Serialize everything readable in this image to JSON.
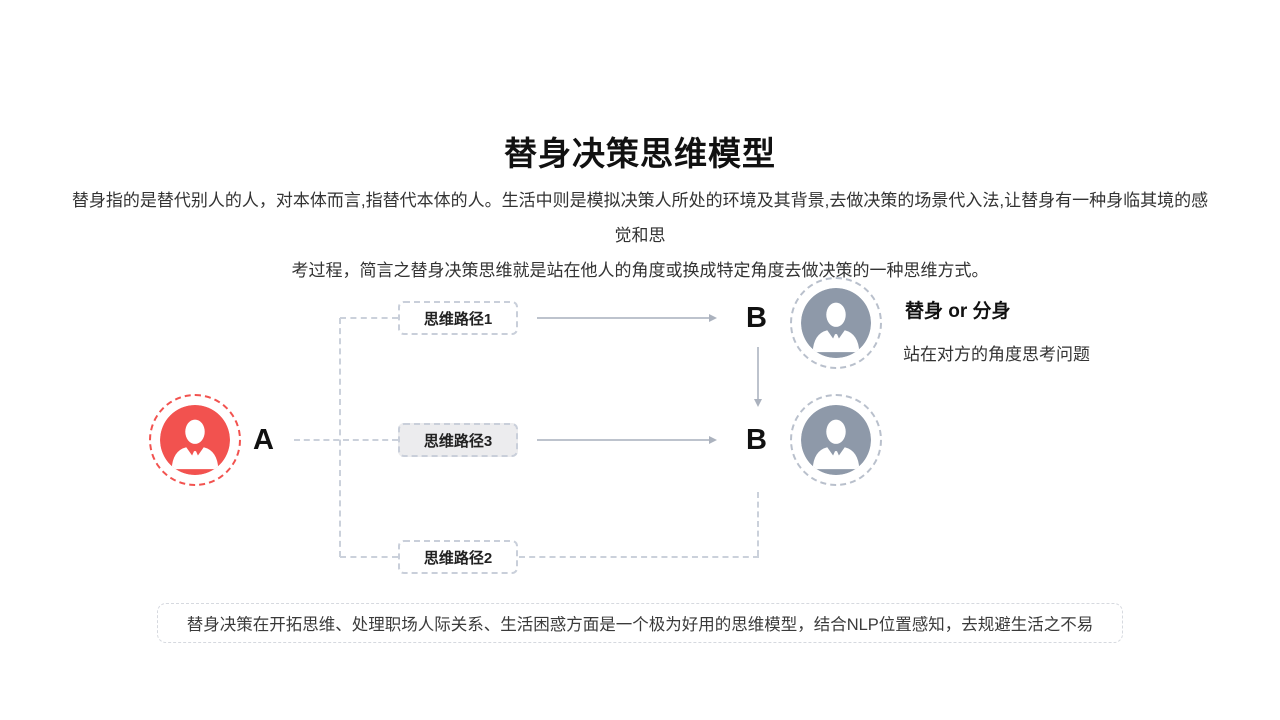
{
  "slide": {
    "title": "替身决策思维模型",
    "intro_line1": "替身指的是替代别人的人，对本体而言,指替代本体的人。生活中则是模拟决策人所处的环境及其背景,去做决策的场景代入法,让替身有一种身临其境的感觉和思",
    "intro_line2": "考过程，简言之替身决策思维就是站在他人的角度或换成特定角度去做决策的一种思维方式。",
    "footer": "替身决策在开拓思维、处理职场人际关系、生活困惑方面是一个极为好用的思维模型，结合NLP位置感知，去规避生活之不易"
  },
  "diagram": {
    "label_a": "A",
    "label_b_top": "B",
    "label_b_middle": "B",
    "paths": [
      {
        "label": "思维路径1"
      },
      {
        "label": "思维路径3"
      },
      {
        "label": "思维路径2"
      }
    ],
    "result_title": "替身 or 分身",
    "result_subtitle": "站在对方的角度思考问题",
    "colors": {
      "self_red": "#F2524F",
      "avatar_gray": "#8E99A9",
      "connector_gray": "#CBD1DB"
    }
  }
}
